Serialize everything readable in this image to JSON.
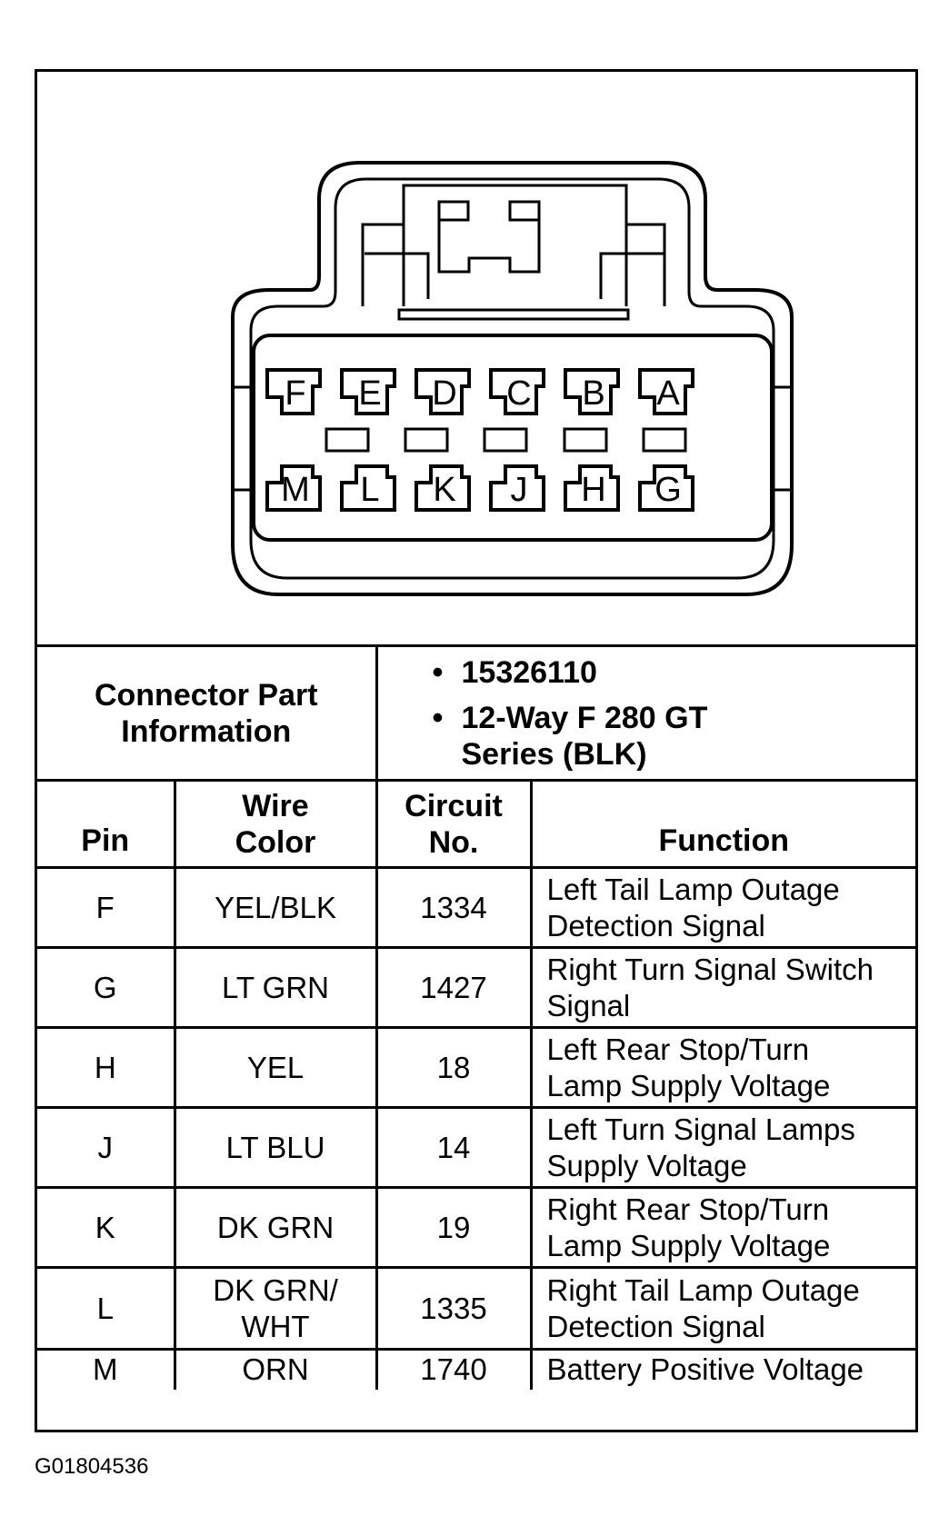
{
  "figure_id": "G01804536",
  "connector": {
    "top_row_pins": [
      "F",
      "E",
      "D",
      "C",
      "B",
      "A"
    ],
    "bottom_row_pins": [
      "M",
      "L",
      "K",
      "J",
      "H",
      "G"
    ]
  },
  "part_info": {
    "label_line1": "Connector Part",
    "label_line2": "Information",
    "part_number": "15326110",
    "description_line1": "12-Way F 280 GT",
    "description_line2": "Series (BLK)"
  },
  "headers": {
    "pin": "Pin",
    "wire_color_line1": "Wire",
    "wire_color_line2": "Color",
    "circuit_line1": "Circuit",
    "circuit_line2": "No.",
    "function": "Function"
  },
  "rows": [
    {
      "pin": "F",
      "wire1": "YEL/BLK",
      "wire2": "",
      "circuit": "1334",
      "func1": "Left Tail Lamp Outage",
      "func2": "Detection Signal"
    },
    {
      "pin": "G",
      "wire1": "LT GRN",
      "wire2": "",
      "circuit": "1427",
      "func1": "Right Turn Signal Switch",
      "func2": "Signal"
    },
    {
      "pin": "H",
      "wire1": "YEL",
      "wire2": "",
      "circuit": "18",
      "func1": "Left Rear Stop/Turn",
      "func2": "Lamp Supply Voltage"
    },
    {
      "pin": "J",
      "wire1": "LT BLU",
      "wire2": "",
      "circuit": "14",
      "func1": "Left Turn Signal Lamps",
      "func2": "Supply Voltage"
    },
    {
      "pin": "K",
      "wire1": "DK GRN",
      "wire2": "",
      "circuit": "19",
      "func1": "Right Rear Stop/Turn",
      "func2": "Lamp Supply Voltage"
    },
    {
      "pin": "L",
      "wire1": "DK GRN/",
      "wire2": "WHT",
      "circuit": "1335",
      "func1": "Right Tail Lamp Outage",
      "func2": "Detection Signal"
    },
    {
      "pin": "M",
      "wire1": "ORN",
      "wire2": "",
      "circuit": "1740",
      "func1": "Battery Positive Voltage",
      "func2": ""
    }
  ]
}
